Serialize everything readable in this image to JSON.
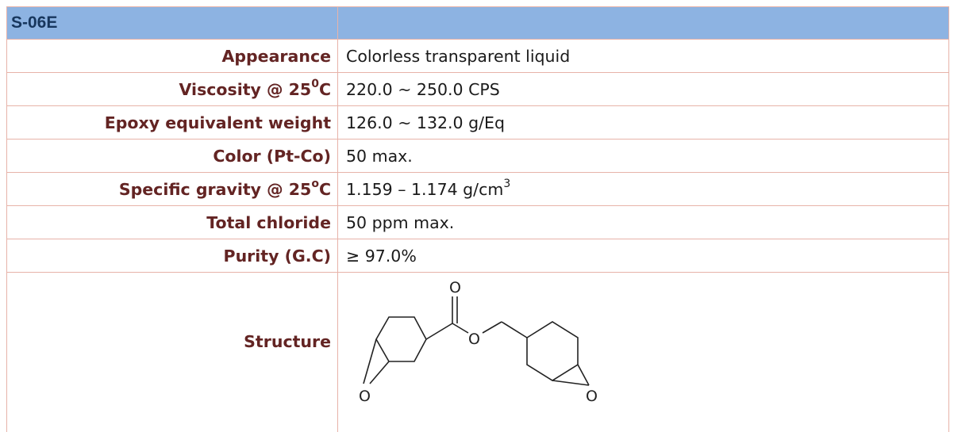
{
  "header": {
    "title": "S-06E"
  },
  "properties": {
    "appearance": {
      "label": "Appearance",
      "value": "Colorless transparent liquid"
    },
    "viscosity": {
      "label_pre": "Viscosity @ 25",
      "label_sup": "0",
      "label_post": "C",
      "value": "220.0 ~ 250.0 CPS"
    },
    "epoxy_equivalent_weight": {
      "label": "Epoxy equivalent weight",
      "value": "126.0 ~ 132.0 g/Eq"
    },
    "color": {
      "label": "Color (Pt-Co)",
      "value": "50 max."
    },
    "specific_gravity": {
      "label_pre": "Specific gravity @ 25",
      "label_sup": "o",
      "label_post": "C",
      "value_pre": "1.159 – 1.174 g/cm",
      "value_sup": "3"
    },
    "total_chloride": {
      "label": "Total chloride",
      "value": "50 ppm max."
    },
    "purity": {
      "label": "Purity (G.C)",
      "value": "≥ 97.0%"
    },
    "structure": {
      "label": "Structure",
      "atom_carbonyl_o": "O",
      "atom_ester_o": "O",
      "atom_epoxide_left_o": "O",
      "atom_epoxide_right_o": "O"
    }
  }
}
